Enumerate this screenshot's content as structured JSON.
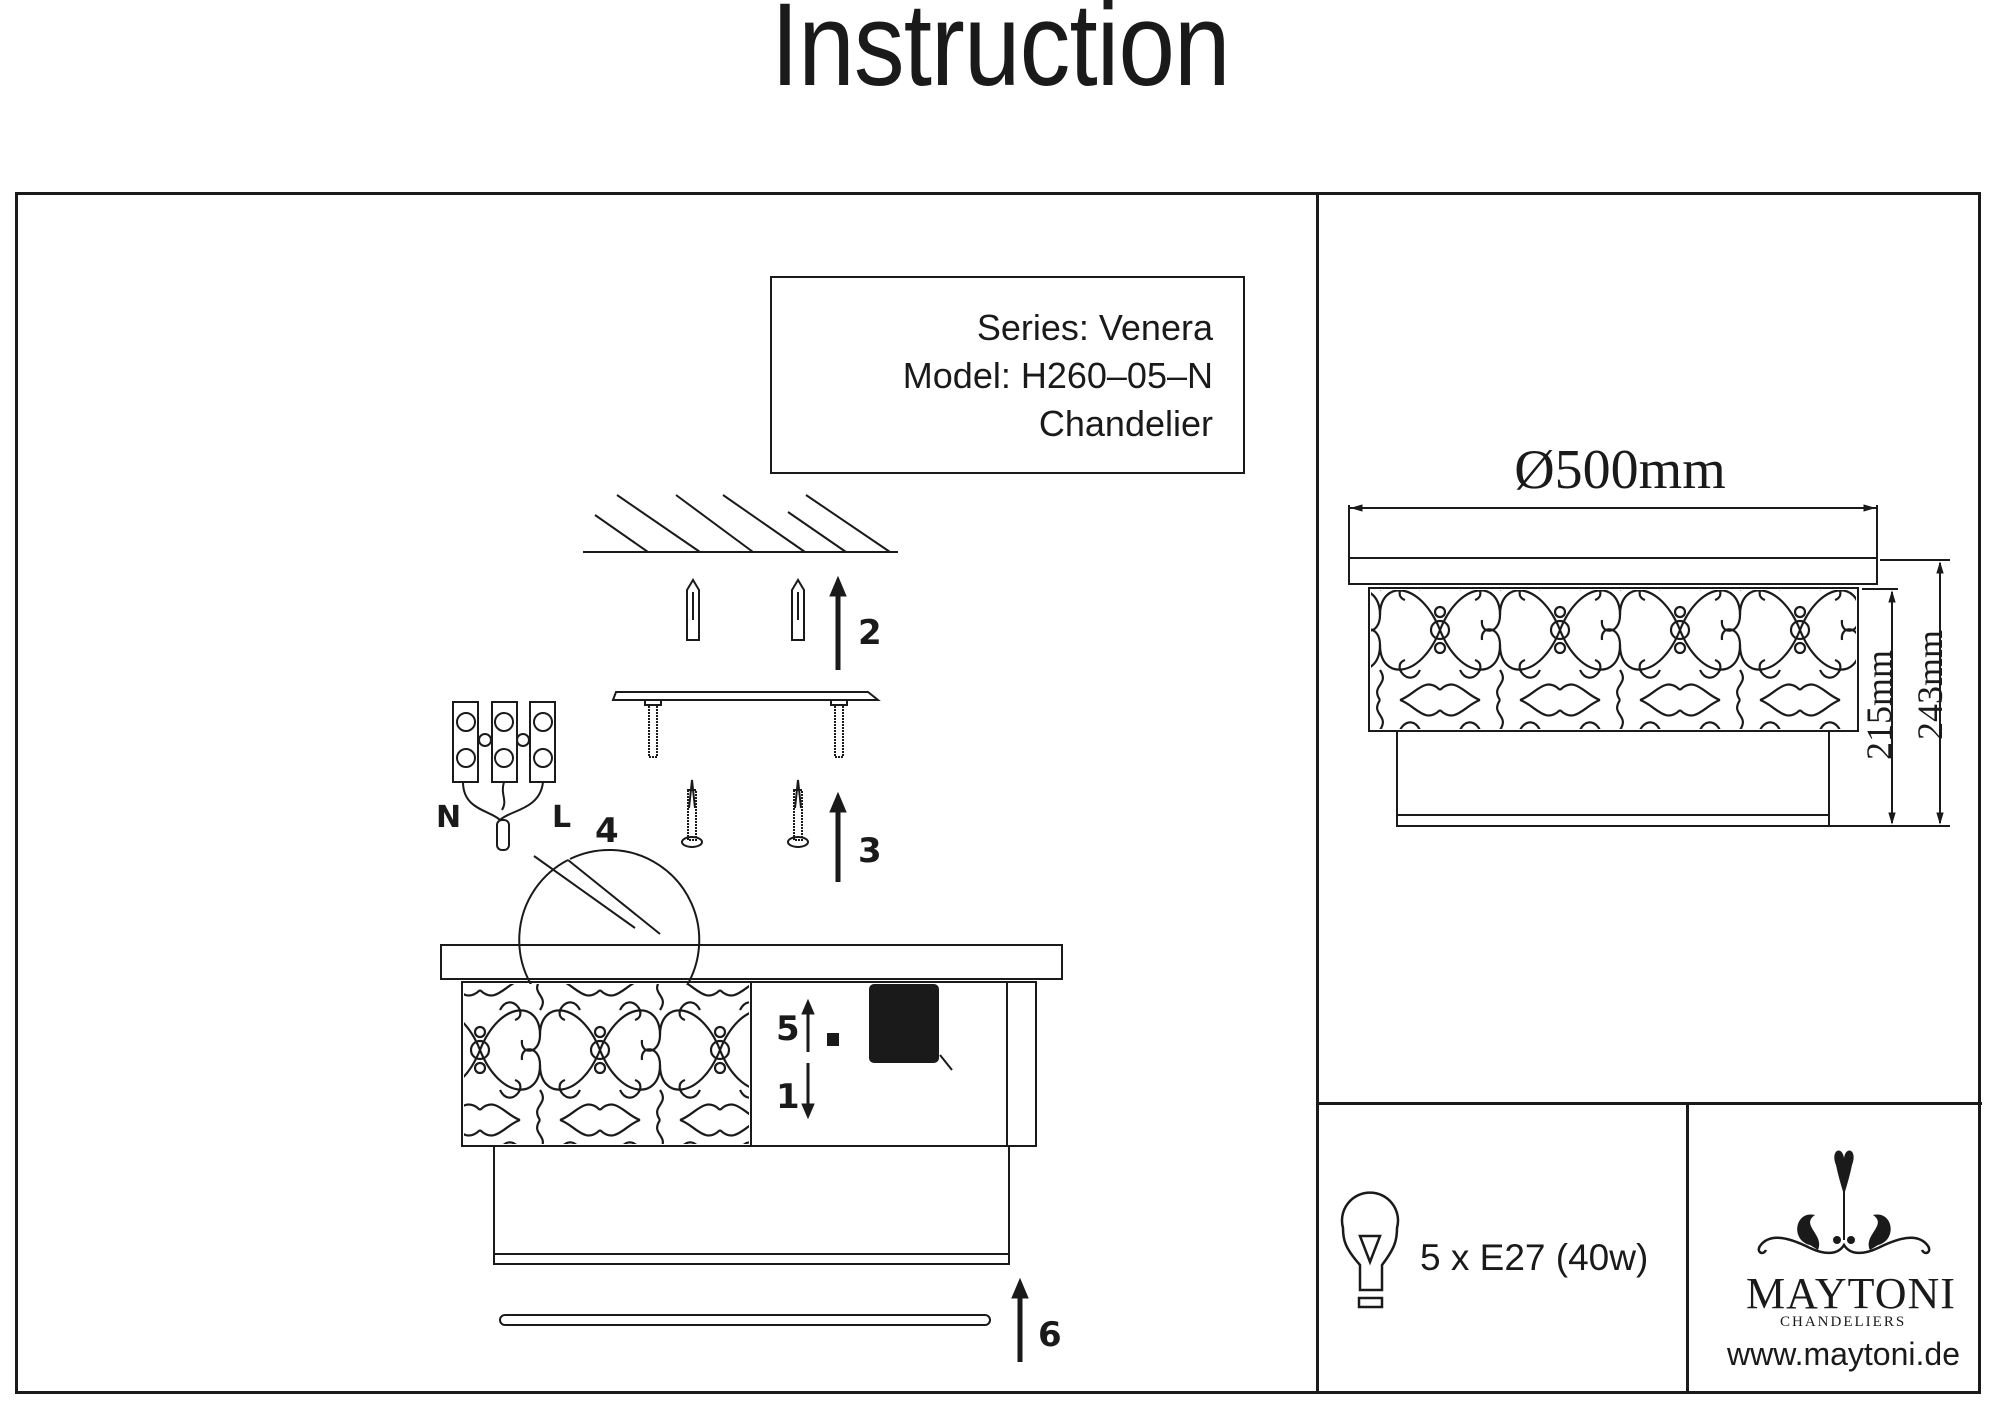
{
  "document": {
    "title": "Instruction"
  },
  "product": {
    "series": "Series: Venera",
    "model": "Model: H260–05–N",
    "type": "Chandelier"
  },
  "dimensions": {
    "diameter": "Ø500mm",
    "height_body": "215mm",
    "height_total": "243mm"
  },
  "assembly_steps": [
    "1",
    "2",
    "3",
    "4",
    "5",
    "6"
  ],
  "wiring": {
    "neutral_label": "N",
    "live_label": "L"
  },
  "bulb": {
    "icon": "light-bulb-icon",
    "spec": "5 x E27 (40w)"
  },
  "brand": {
    "name": "MAYTONI",
    "tagline": "CHANDELIERS",
    "website": "www.maytoni.de",
    "logo": "ornamental-chandelier-logo"
  },
  "colors": {
    "ink": "#1a1a1a",
    "paper": "#ffffff"
  }
}
